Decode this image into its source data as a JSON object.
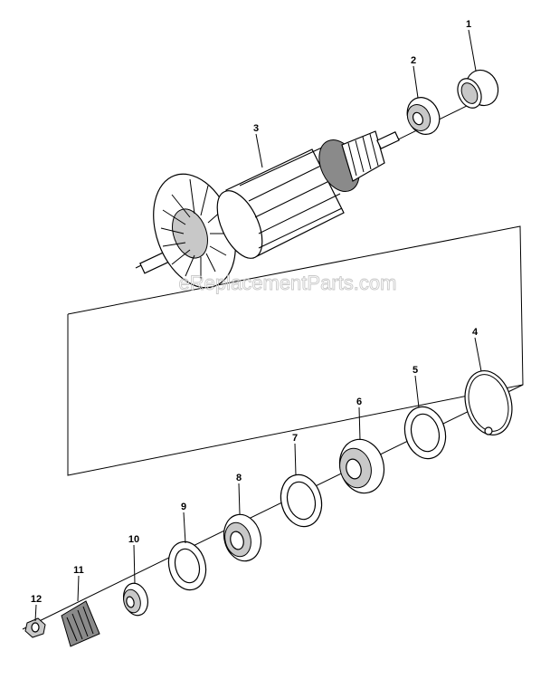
{
  "watermark": "eReplacementParts.com",
  "callouts": [
    "1",
    "2",
    "3",
    "4",
    "5",
    "6",
    "7",
    "8",
    "9",
    "10",
    "11",
    "12"
  ]
}
